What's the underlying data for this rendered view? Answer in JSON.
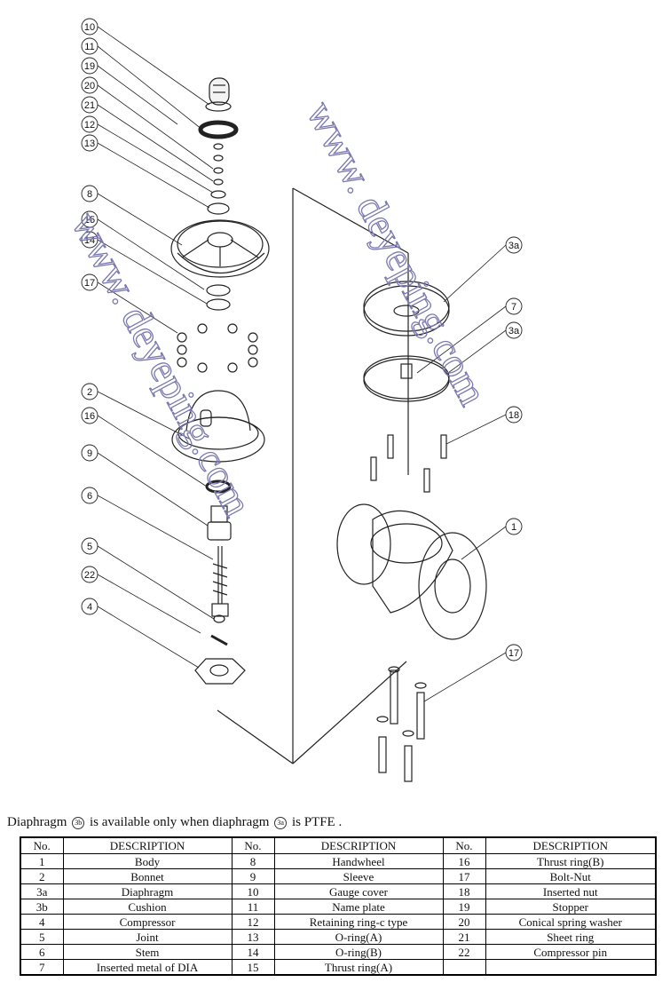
{
  "note": {
    "prefix": "Diaphragm",
    "badge_a": "3b",
    "middle": "is available only when diaphragm",
    "badge_b": "3a",
    "suffix": "is PTFE ."
  },
  "watermark": "www. deyeping.com",
  "callouts_left": [
    "10",
    "11",
    "19",
    "20",
    "21",
    "12",
    "13",
    "8",
    "15",
    "14",
    "17",
    "2",
    "16",
    "9",
    "6",
    "5",
    "22",
    "4"
  ],
  "callouts_right": [
    "3a",
    "7",
    "3a",
    "18",
    "1",
    "17"
  ],
  "table": {
    "headers": [
      "No.",
      "DESCRIPTION",
      "No.",
      "DESCRIPTION",
      "No.",
      "DESCRIPTION"
    ],
    "rows": [
      [
        "1",
        "Body",
        "8",
        "Handwheel",
        "16",
        "Thrust ring(B)"
      ],
      [
        "2",
        "Bonnet",
        "9",
        "Sleeve",
        "17",
        "Bolt-Nut"
      ],
      [
        "3a",
        "Diaphragm",
        "10",
        "Gauge cover",
        "18",
        "Inserted nut"
      ],
      [
        "3b",
        "Cushion",
        "11",
        "Name plate",
        "19",
        "Stopper"
      ],
      [
        "4",
        "Compressor",
        "12",
        "Retaining ring-c type",
        "20",
        "Conical spring washer"
      ],
      [
        "5",
        "Joint",
        "13",
        "O-ring(A)",
        "21",
        "Sheet ring"
      ],
      [
        "6",
        "Stem",
        "14",
        "O-ring(B)",
        "22",
        "Compressor pin"
      ],
      [
        "7",
        "Inserted metal of DIA",
        "15",
        "Thrust ring(A)",
        "",
        ""
      ]
    ]
  },
  "colors": {
    "line": "#222222",
    "watermark": "#7b79b0",
    "table_border": "#000000"
  }
}
